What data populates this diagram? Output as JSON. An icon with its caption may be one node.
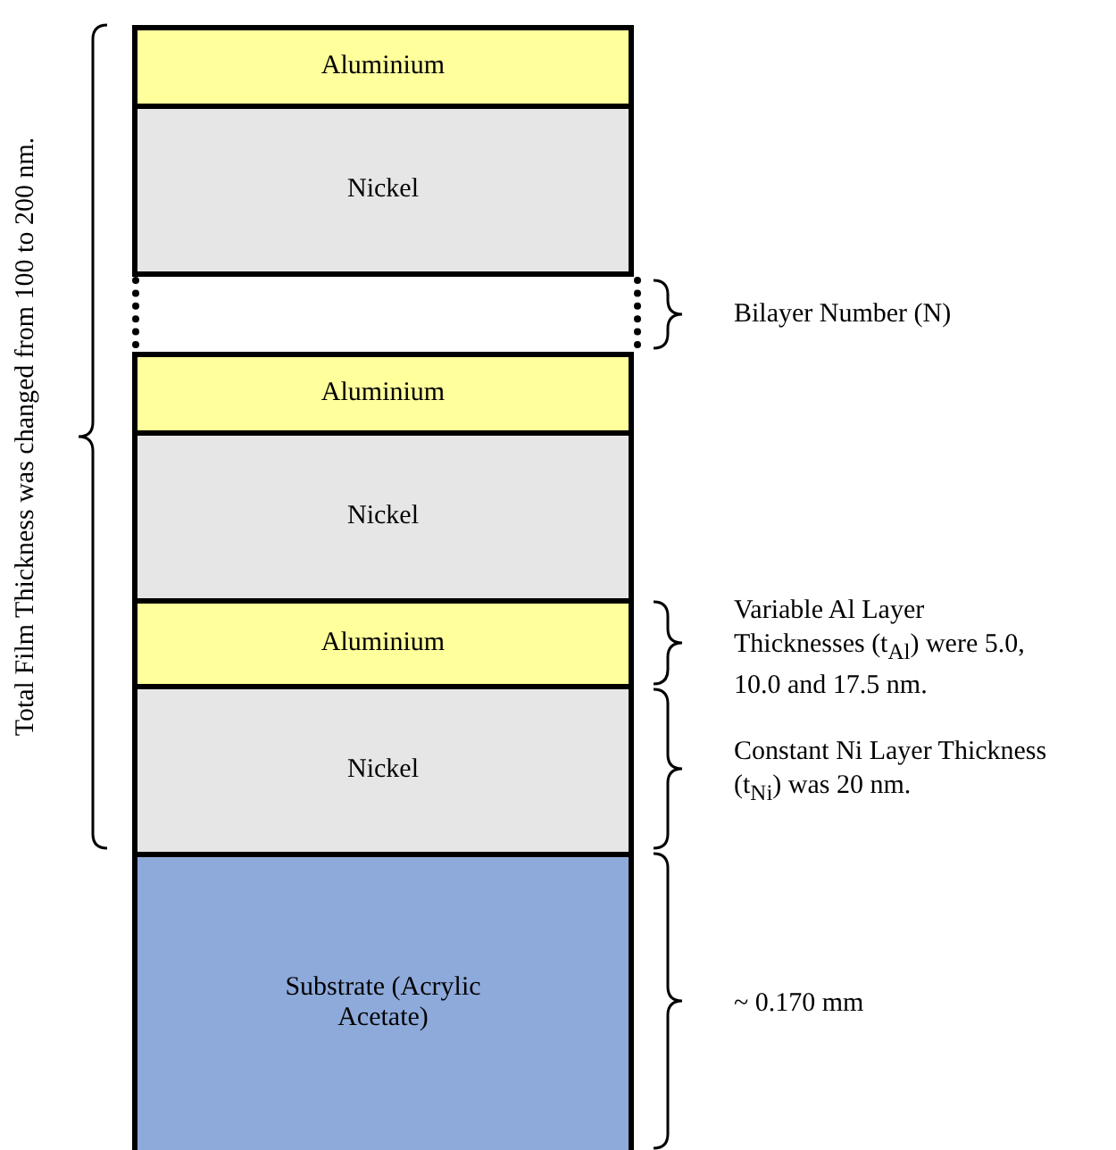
{
  "diagram": {
    "nodes": [
      {
        "text": [
          "Aluminium"
        ]
      },
      {
        "text": [
          "Nickel"
        ]
      },
      {
        "text": [],
        "shape": "box"
      },
      {
        "text": [
          "Aluminium"
        ]
      },
      {
        "text": [
          "Nickel"
        ]
      },
      {
        "text": [
          "Aluminium"
        ]
      },
      {
        "text": [
          "Nickel"
        ]
      },
      {
        "text": [
          "Substrate (Acrylic Acetate)"
        ]
      }
    ],
    "edges": [],
    "labels": [
      "Total Film Thickness was changed from 100 to 200 nm.",
      "Bilayer Number (N)",
      "Variable Al Layer Thicknesses (t$_{Al}$) were 5.0, 10.0 and 17.5 nm.",
      "Constant Ni Layer Thickness (t$_{Ni}$) was 20 nm.",
      "~ 0.170 mm"
    ]
  }
}
